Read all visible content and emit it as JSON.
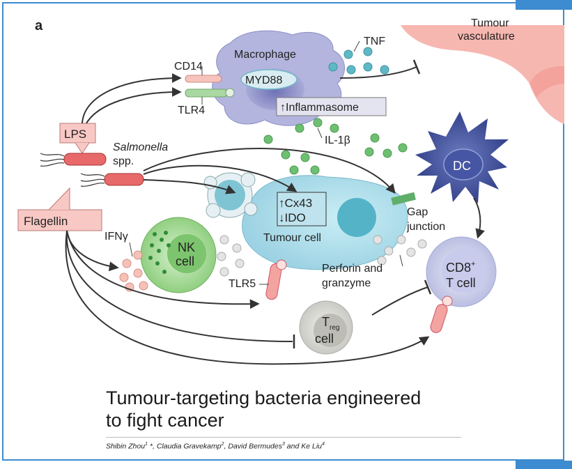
{
  "panel_label": "a",
  "labels": {
    "tumour_vasculature": [
      "Tumour",
      "vasculature"
    ],
    "macrophage": "Macrophage",
    "myd88": "MYD88",
    "inflammasome": "↑Inflammasome",
    "cd14": "CD14",
    "tlr4": "TLR4",
    "tnf": "TNF",
    "lps": "LPS",
    "salmonella": "Salmonella",
    "spp": "spp.",
    "il1b": "IL-1β",
    "dc": "DC",
    "flagellin": "Flagellin",
    "cx43": "↑Cx43",
    "ido": "↓IDO",
    "tumour_cell": "Tumour cell",
    "gap_junction": [
      "Gap",
      "junction"
    ],
    "ifng": "IFNγ",
    "nk_cell": [
      "NK",
      "cell"
    ],
    "tlr5": "TLR5",
    "perforin": [
      "Perforin and",
      "granzyme"
    ],
    "cd8": "CD8",
    "cd8_sup": "+",
    "t_cell": "T cell",
    "treg_t": "T",
    "treg_sub": "reg",
    "treg_cell": "cell"
  },
  "title": [
    "Tumour-targeting bacteria engineered",
    "to fight cancer"
  ],
  "authors": [
    {
      "name": "Shibin Zhou",
      "sup": "1",
      "mark": " *"
    },
    {
      "name": "Claudia Gravekamp",
      "sup": "2"
    },
    {
      "name": "David Bermudes",
      "sup": "3"
    },
    {
      "name": "Ke Liu",
      "sup": "4"
    }
  ],
  "colors": {
    "frame": "#3d8bd0",
    "macrophage": "#a9abd8",
    "tumour_cell": "#aad8e6",
    "vasculature": "#f6b7b0",
    "dc": "#3f4f98",
    "nk": "#9fd68f",
    "treg": "#d6d6d0",
    "cd8": "#c5c8e9",
    "bacterium": "#e8696a",
    "label_box": "#f8c8c4",
    "teal_dot": "#5fb8c6",
    "green_dot": "#6fbf72",
    "pink_dot": "#f6c2b8",
    "grey_dot": "#cfcfcf"
  }
}
